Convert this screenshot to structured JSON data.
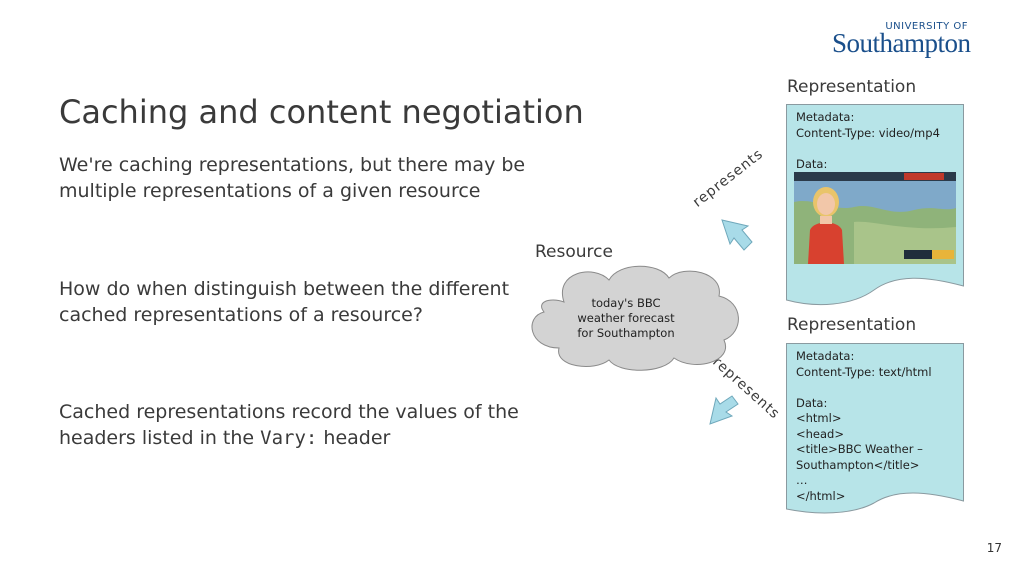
{
  "logo": {
    "line1": "UNIVERSITY OF",
    "line2": "Southampton"
  },
  "slide": {
    "title": "Caching and content negotiation",
    "paragraph1": "We're caching representations, but there may be multiple representations of a given resource",
    "paragraph2": "How do when distinguish between the different cached representations of a resource?",
    "paragraph3_pre": "Cached representations record the values of the headers listed in the ",
    "paragraph3_code": "Vary:",
    "paragraph3_post": " header",
    "page_number": "17"
  },
  "diagram": {
    "resource_label": "Resource",
    "resource_text": [
      "today's BBC",
      "weather forecast",
      "for Southampton"
    ],
    "relation_label": "represents",
    "representation1": {
      "label": "Representation",
      "metadata_label": "Metadata:",
      "content_type": "Content-Type: video/mp4",
      "data_label": "Data:",
      "image_icon": "weather-broadcast-image"
    },
    "representation2": {
      "label": "Representation",
      "metadata_label": "Metadata:",
      "content_type": "Content-Type: text/html",
      "data_label": "Data:",
      "data_lines": [
        "<html>",
        "<head>",
        "<title>BBC Weather –",
        "Southampton</title>",
        "…",
        "</html>"
      ]
    },
    "colors": {
      "doc_fill": "#b7e4e8",
      "cloud_fill": "#d3d3d3",
      "arrow_fill": "#a8dbe8",
      "brand": "#1a4f8b"
    }
  }
}
